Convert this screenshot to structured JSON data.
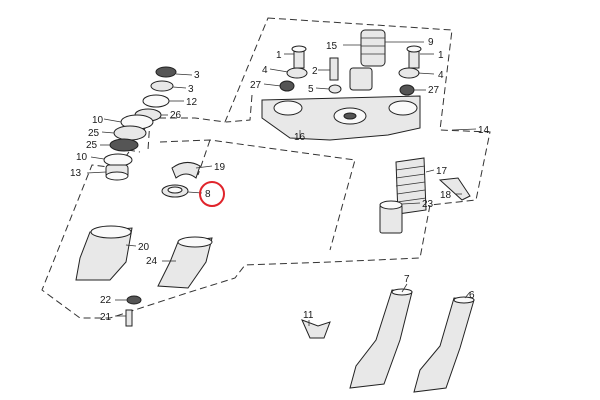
{
  "diagram": {
    "labels": [
      "1",
      "15",
      "9",
      "1",
      "2",
      "4",
      "4",
      "27",
      "5",
      "27",
      "3",
      "3",
      "12",
      "26",
      "10",
      "25",
      "16",
      "14",
      "25",
      "10",
      "13",
      "19",
      "17",
      "8",
      "18",
      "23",
      "20",
      "24",
      "22",
      "21",
      "11",
      "7",
      "6"
    ],
    "highlight": {
      "label": "8",
      "color": "#e0242b"
    }
  }
}
